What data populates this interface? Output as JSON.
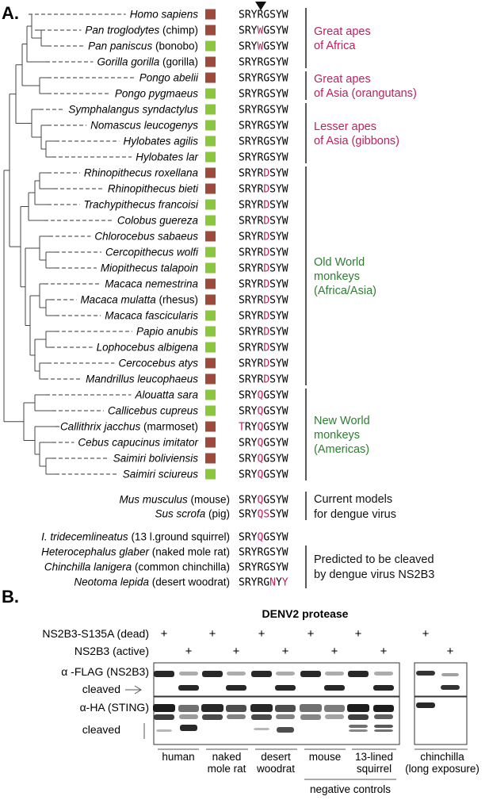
{
  "panelA": {
    "label": "A.",
    "colors": {
      "brown": "#9b4a3c",
      "green": "#8bc63e",
      "pink": "#c0205e",
      "darkgreen": "#2e7d32"
    },
    "species": [
      {
        "name": "Homo sapiens",
        "common": "",
        "box": "brown",
        "seq": "SRYRGSYW",
        "hl": []
      },
      {
        "name": "Pan troglodytes",
        "common": "(chimp)",
        "box": "brown",
        "seq": "SRYWGSYW",
        "hl": [
          3
        ]
      },
      {
        "name": "Pan paniscus",
        "common": "(bonobo)",
        "box": "green",
        "seq": "SRYWGSYW",
        "hl": [
          3
        ]
      },
      {
        "name": "Gorilla gorilla",
        "common": "(gorilla)",
        "box": "brown",
        "seq": "SRYRGSYW",
        "hl": []
      },
      {
        "name": "Pongo abelii",
        "common": "",
        "box": "brown",
        "seq": "SRYRGSYW",
        "hl": []
      },
      {
        "name": "Pongo pygmaeus",
        "common": "",
        "box": "green",
        "seq": "SRYRGSYW",
        "hl": []
      },
      {
        "name": "Symphalangus syndactylus",
        "common": "",
        "box": "green",
        "seq": "SRYRGSYW",
        "hl": []
      },
      {
        "name": "Nomascus leucogenys",
        "common": "",
        "box": "green",
        "seq": "SRYRGSYW",
        "hl": []
      },
      {
        "name": "Hylobates agilis",
        "common": "",
        "box": "green",
        "seq": "SRYRGSYW",
        "hl": []
      },
      {
        "name": "Hylobates lar",
        "common": "",
        "box": "green",
        "seq": "SRYRGSYW",
        "hl": []
      },
      {
        "name": "Rhinopithecus roxellana",
        "common": "",
        "box": "brown",
        "seq": "SRYRDSYW",
        "hl": [
          4
        ]
      },
      {
        "name": "Rhinopithecus bieti",
        "common": "",
        "box": "brown",
        "seq": "SRYRDSYW",
        "hl": [
          4
        ]
      },
      {
        "name": "Trachypithecus francoisi",
        "common": "",
        "box": "green",
        "seq": "SRYRDSYW",
        "hl": [
          4
        ]
      },
      {
        "name": "Colobus guereza",
        "common": "",
        "box": "green",
        "seq": "SRYRDSYW",
        "hl": [
          4
        ]
      },
      {
        "name": "Chlorocebus sabaeus",
        "common": "",
        "box": "brown",
        "seq": "SRYRDSYW",
        "hl": [
          4
        ]
      },
      {
        "name": "Cercopithecus wolfi",
        "common": "",
        "box": "green",
        "seq": "SRYRDSYW",
        "hl": [
          4
        ]
      },
      {
        "name": "Miopithecus talapoin",
        "common": "",
        "box": "green",
        "seq": "SRYRDSYW",
        "hl": [
          4
        ]
      },
      {
        "name": "Macaca nemestrina",
        "common": "",
        "box": "brown",
        "seq": "SRYRDSYW",
        "hl": [
          4
        ]
      },
      {
        "name": "Macaca mulatta",
        "common": "(rhesus)",
        "box": "brown",
        "seq": "SRYRDSYW",
        "hl": [
          4
        ]
      },
      {
        "name": "Macaca fascicularis",
        "common": "",
        "box": "green",
        "seq": "SRYRDSYW",
        "hl": [
          4
        ]
      },
      {
        "name": "Papio anubis",
        "common": "",
        "box": "green",
        "seq": "SRYRDSYW",
        "hl": [
          4
        ]
      },
      {
        "name": "Lophocebus albigena",
        "common": "",
        "box": "green",
        "seq": "SRYRDSYW",
        "hl": [
          4
        ]
      },
      {
        "name": "Cercocebus atys",
        "common": "",
        "box": "brown",
        "seq": "SRYRDSYW",
        "hl": [
          4
        ]
      },
      {
        "name": "Mandrillus leucophaeus",
        "common": "",
        "box": "brown",
        "seq": "SRYRDSYW",
        "hl": [
          4
        ]
      },
      {
        "name": "Alouatta sara",
        "common": "",
        "box": "green",
        "seq": "SRYQGSYW",
        "hl": [
          3
        ]
      },
      {
        "name": "Callicebus cupreus",
        "common": "",
        "box": "green",
        "seq": "SRYQGSYW",
        "hl": [
          3
        ]
      },
      {
        "name": "Callithrix jacchus",
        "common": "(marmoset)",
        "box": "brown",
        "seq": "TRYQGSYW",
        "hl": [
          0,
          3
        ]
      },
      {
        "name": "Cebus capucinus imitator",
        "common": "",
        "box": "brown",
        "seq": "SRYQGSYW",
        "hl": [
          3
        ]
      },
      {
        "name": "Saimiri boliviensis",
        "common": "",
        "box": "brown",
        "seq": "SRYQGSYW",
        "hl": [
          3
        ]
      },
      {
        "name": "Saimiri sciureus",
        "common": "",
        "box": "green",
        "seq": "SRYQGSYW",
        "hl": [
          3
        ]
      }
    ],
    "groups": [
      {
        "line1": "Great apes",
        "line2": "of Africa",
        "color": "pink",
        "start": 0,
        "end": 3
      },
      {
        "line1": "Great apes",
        "line2": "of Asia (orangutans)",
        "color": "pink",
        "start": 4,
        "end": 5
      },
      {
        "line1": "Lesser apes",
        "line2": "of Asia (gibbons)",
        "color": "pink",
        "start": 6,
        "end": 9
      },
      {
        "line1": "Old World",
        "line2": "monkeys",
        "line3": "(Africa/Asia)",
        "color": "darkgreen",
        "start": 10,
        "end": 23
      },
      {
        "line1": "New World",
        "line2": "monkeys",
        "line3": "(Americas)",
        "color": "darkgreen",
        "start": 24,
        "end": 29
      }
    ],
    "models": [
      {
        "name": "Mus musculus",
        "common": "(mouse)",
        "seq": "SRYQGSYW",
        "hl": [
          3
        ]
      },
      {
        "name": "Sus scrofa",
        "common": "(pig)",
        "seq": "SRYQSSYW",
        "hl": [
          3,
          4
        ]
      }
    ],
    "models_label": [
      "Current models",
      "for dengue virus"
    ],
    "rodents": [
      {
        "name": "I. tridecemlineatus",
        "common": "(13 l.ground squirrel)",
        "seq": "SRYQGSYW",
        "hl": [
          3
        ]
      },
      {
        "name": "Heterocephalus glaber",
        "common": "(naked mole rat)",
        "seq": "SRYRGSYW",
        "hl": []
      },
      {
        "name": "Chinchilla lanigera",
        "common": "(common chinchilla)",
        "seq": "SRYRGSYW",
        "hl": []
      },
      {
        "name": "Neotoma lepida",
        "common": "(desert woodrat)",
        "seq": "SRYRGNYY",
        "hl": [
          5,
          7
        ]
      }
    ],
    "predicted_label": [
      "Predicted to be cleaved",
      "by dengue virus NS2B3"
    ]
  },
  "panelB": {
    "label": "B.",
    "title": "DENV2 protease",
    "row1_label": "NS2B3-S135A (dead)",
    "row2_label": "NS2B3 (active)",
    "plus": "+",
    "blot1_label": "α -FLAG (NS2B3)",
    "blot2_label": "α-HA (STING)",
    "cleaved_label": "cleaved",
    "samples": [
      "human",
      "naked",
      "mole rat",
      "desert",
      "woodrat",
      "mouse",
      "13-lined",
      "squirrel",
      "chinchilla",
      "(long exposure)"
    ],
    "negative_controls": "negative controls"
  }
}
